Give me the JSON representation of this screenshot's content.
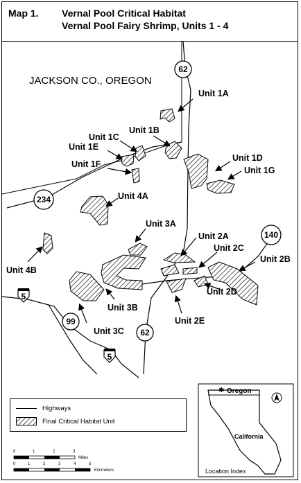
{
  "title": {
    "label": "Map 1.",
    "line1": "Vernal Pool Critical Habitat",
    "line2": "Vernal Pool Fairy Shrimp, Units 1 - 4"
  },
  "map": {
    "county_label": "JACKSON CO., OREGON",
    "units": [
      {
        "id": "unit-1a",
        "label": "Unit 1A"
      },
      {
        "id": "unit-1b",
        "label": "Unit 1B"
      },
      {
        "id": "unit-1c",
        "label": "Unit 1C"
      },
      {
        "id": "unit-1d",
        "label": "Unit 1D"
      },
      {
        "id": "unit-1e",
        "label": "Unit 1E"
      },
      {
        "id": "unit-1f",
        "label": "Unit 1F"
      },
      {
        "id": "unit-1g",
        "label": "Unit 1G"
      },
      {
        "id": "unit-2a",
        "label": "Unit 2A"
      },
      {
        "id": "unit-2b",
        "label": "Unit 2B"
      },
      {
        "id": "unit-2c",
        "label": "Unit 2C"
      },
      {
        "id": "unit-2d",
        "label": "Unit 2D"
      },
      {
        "id": "unit-2e",
        "label": "Unit 2E"
      },
      {
        "id": "unit-3a",
        "label": "Unit 3A"
      },
      {
        "id": "unit-3b",
        "label": "Unit 3B"
      },
      {
        "id": "unit-3c",
        "label": "Unit 3C"
      },
      {
        "id": "unit-4a",
        "label": "Unit 4A"
      },
      {
        "id": "unit-4b",
        "label": "Unit 4B"
      }
    ],
    "highways": [
      "62",
      "234",
      "140",
      "5",
      "99",
      "62",
      "5"
    ]
  },
  "legend": {
    "highways_label": "Highways",
    "habitat_label": "Final Critical Habitat Unit",
    "miles_label": "Miles",
    "km_label": "Kilometers",
    "miles_ticks": [
      "0",
      "1",
      "2",
      "3"
    ],
    "km_ticks": [
      "0",
      "1",
      "2",
      "3",
      "4",
      "5"
    ]
  },
  "inset": {
    "oregon_label": "Oregon",
    "california_label": "California",
    "location_label": "Location Index",
    "north_symbol": "N"
  }
}
